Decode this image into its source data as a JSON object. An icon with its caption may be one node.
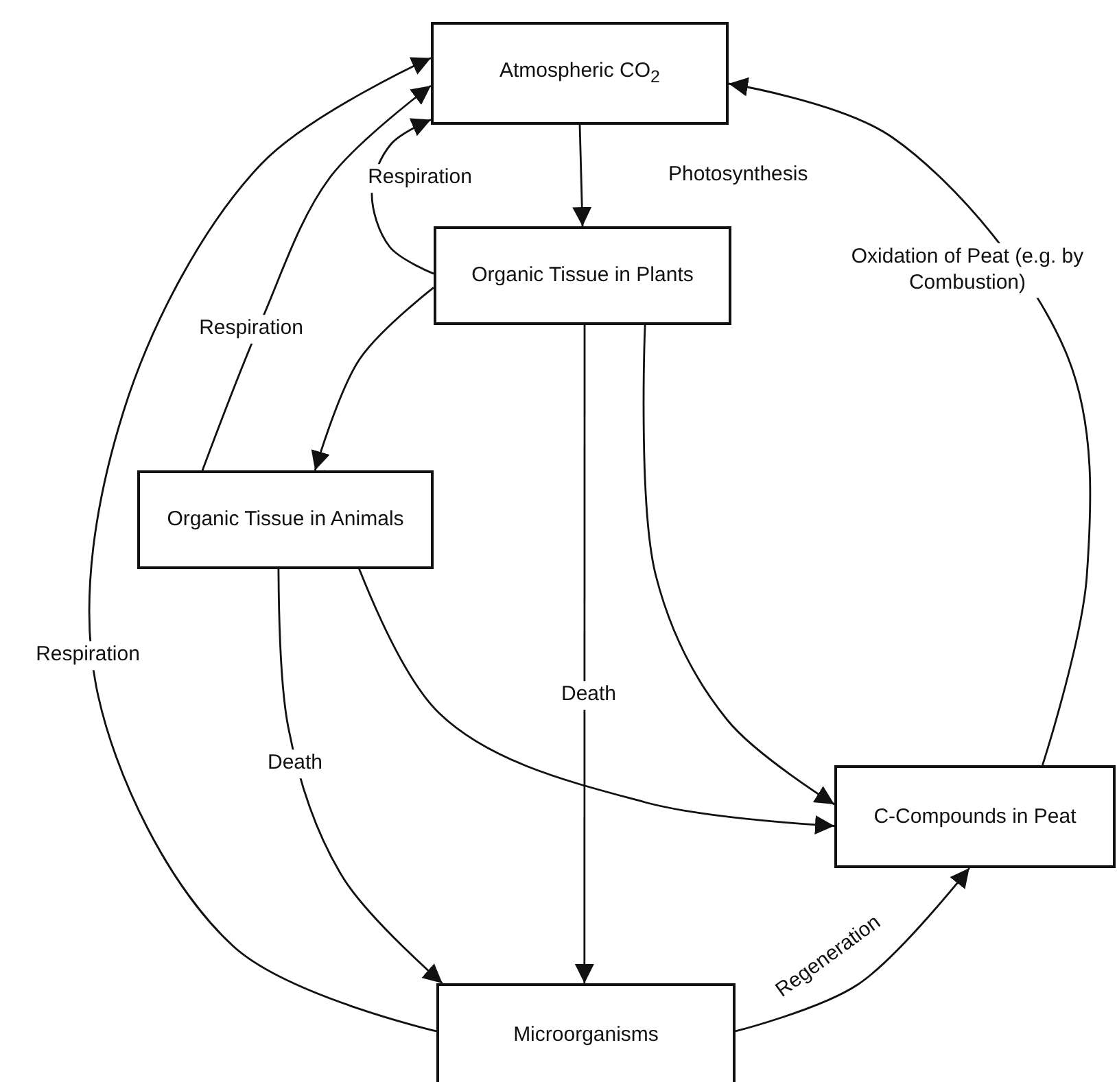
{
  "diagram": {
    "nodes": [
      {
        "text": [
          "Atmospheric CO$_{2}$"
        ]
      },
      {
        "text": [
          "Organic Tissue in Plants"
        ]
      },
      {
        "text": [
          "Organic Tissue in Animals"
        ]
      },
      {
        "text": [
          "C-Compounds in Peat"
        ]
      },
      {
        "text": [
          "Microorganisms"
        ]
      }
    ],
    "edges": [
      {
        "from": 0,
        "to": 1,
        "arrow": "to",
        "label": "Photosynthesis"
      },
      {
        "from": 1,
        "to": 0,
        "arrow": "to",
        "label": "Respiration"
      },
      {
        "from": 1,
        "to": 2,
        "arrow": "to"
      },
      {
        "from": 2,
        "to": 0,
        "arrow": "to",
        "label": "Respiration"
      },
      {
        "from": 4,
        "to": 0,
        "arrow": "to",
        "label": "Respiration"
      },
      {
        "from": 2,
        "to": 4,
        "arrow": "to",
        "label": "Death"
      },
      {
        "from": 2,
        "to": 3,
        "arrow": "to"
      },
      {
        "from": 1,
        "to": 4,
        "arrow": "to",
        "label": "Death"
      },
      {
        "from": 1,
        "to": 3,
        "arrow": "to"
      },
      {
        "from": 4,
        "to": 3,
        "arrow": "to",
        "label": "Regeneration"
      },
      {
        "from": 3,
        "to": 0,
        "arrow": "to",
        "label": "Oxidation of Peat (e.g. by Combustion)"
      }
    ]
  }
}
